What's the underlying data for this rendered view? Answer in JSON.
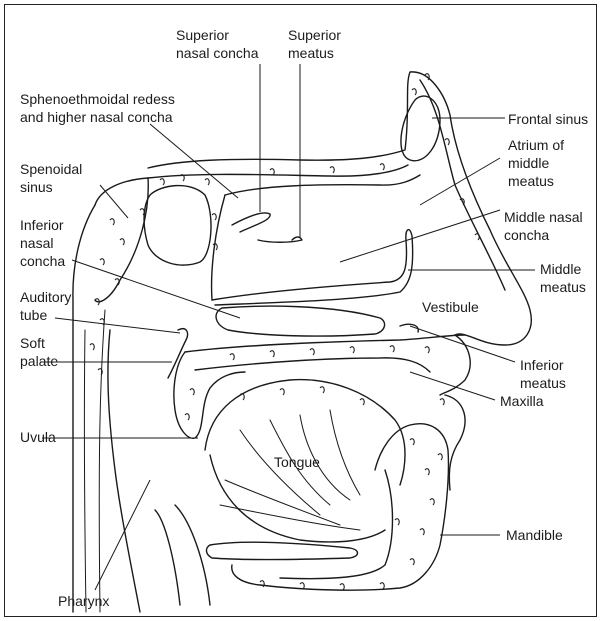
{
  "labels": {
    "superior_nasal_concha": [
      "Superior",
      "nasal concha"
    ],
    "superior_meatus": [
      "Superior",
      "meatus"
    ],
    "sphenoethmoidal_recess": [
      "Sphenoethmoidal redess",
      "and higher nasal concha"
    ],
    "frontal_sinus": [
      "Frontal sinus"
    ],
    "spenoidal_sinus": [
      "Spenoidal",
      "sinus"
    ],
    "atrium_middle_meatus": [
      "Atrium of",
      "middle",
      "meatus"
    ],
    "inferior_nasal_concha": [
      "Inferior",
      "nasal",
      "concha"
    ],
    "middle_nasal_concha": [
      "Middle nasal",
      "concha"
    ],
    "middle_meatus": [
      "Middle",
      "meatus"
    ],
    "auditory_tube": [
      "Auditory",
      "tube"
    ],
    "vestibule": [
      "Vestibule"
    ],
    "soft_palate": [
      "Soft",
      "palate"
    ],
    "inferior_meatus": [
      "Inferior",
      "meatus"
    ],
    "uvula": [
      "Uvula"
    ],
    "maxilla": [
      "Maxilla"
    ],
    "tongue": [
      "Tongue"
    ],
    "mandible": [
      "Mandible"
    ],
    "pharynx": [
      "Pharynx"
    ]
  },
  "colors": {
    "line": "#1a1a1a",
    "background": "#ffffff"
  }
}
